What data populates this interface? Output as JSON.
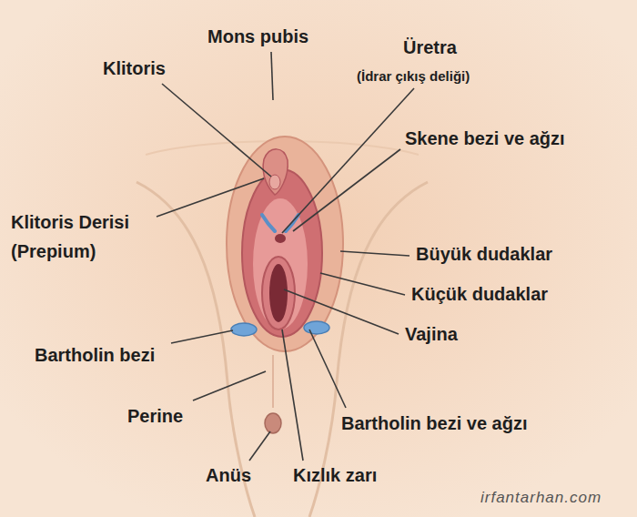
{
  "diagram": {
    "labels": [
      "Mons pubis",
      "Üretra",
      "(İdrar çıkış deliği)",
      "Klitoris",
      "Skene bezi ve ağzı",
      "Klitoris Derisi (Prepium)",
      "Büyük dudaklar",
      "Küçük dudaklar",
      "Vajina",
      "Bartholin bezi",
      "Perine",
      "Bartholin bezi ve ağzı",
      "Anüs",
      "Kızlık zarı",
      "irfantarhan.com"
    ]
  }
}
